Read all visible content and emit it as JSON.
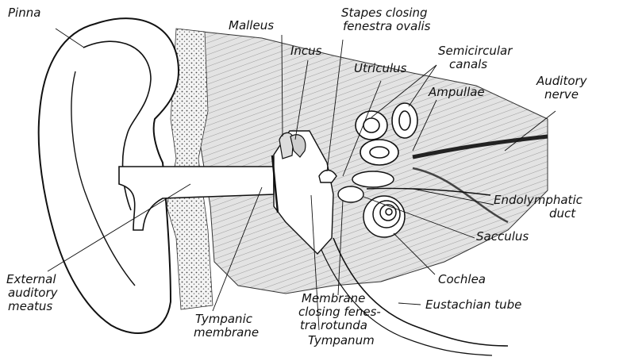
{
  "diagram": {
    "colors": {
      "ink": "#111111",
      "tissue": "#dcdcdc",
      "paper": "#ffffff"
    },
    "labels": {
      "pinna": "Pinna",
      "malleus": "Malleus",
      "stapes_line1": "Stapes closing",
      "stapes_line2": "fenestra ovalis",
      "incus": "Incus",
      "utriculus": "Utriculus",
      "semicircular_line1": "Semicircular",
      "semicircular_line2": "canals",
      "ampullae": "Ampullae",
      "auditory_nerve_line1": "Auditory",
      "auditory_nerve_line2": "nerve",
      "endolymphatic_line1": "Endolymphatic",
      "endolymphatic_line2": "duct",
      "sacculus": "Sacculus",
      "cochlea": "Cochlea",
      "external_meatus_line1": "External",
      "external_meatus_line2": "auditory",
      "external_meatus_line3": "meatus",
      "membrane_line1": "Membrane",
      "membrane_line2": "closing fenes-",
      "membrane_line3": "tra rotunda",
      "eustachian": "Eustachian tube",
      "tympanic_line1": "Tympanic",
      "tympanic_line2": "membrane",
      "tympanum": "Tympanum"
    }
  }
}
